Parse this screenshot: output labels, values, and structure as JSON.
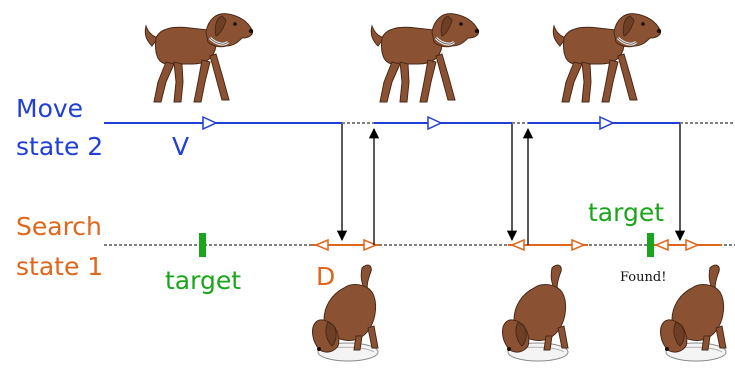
{
  "labels": {
    "move_state": "Move",
    "move_state_number": "state 2",
    "search_state": "Search",
    "search_state_number": "state 1",
    "velocity": "V",
    "detection": "D",
    "target_left": "target",
    "target_right": "target",
    "found": "Found!"
  },
  "colors": {
    "move": "#1f3fd6",
    "search": "#e0661c",
    "target": "#1aa61a",
    "dog": "#8a5233",
    "dog_dark": "#4a2a18",
    "transition": "#000000"
  },
  "icons": {
    "walking_dog": "walking-dog-icon",
    "sniffing_dog": "sniffing-dog-icon",
    "target_marker": "target-marker-icon"
  }
}
